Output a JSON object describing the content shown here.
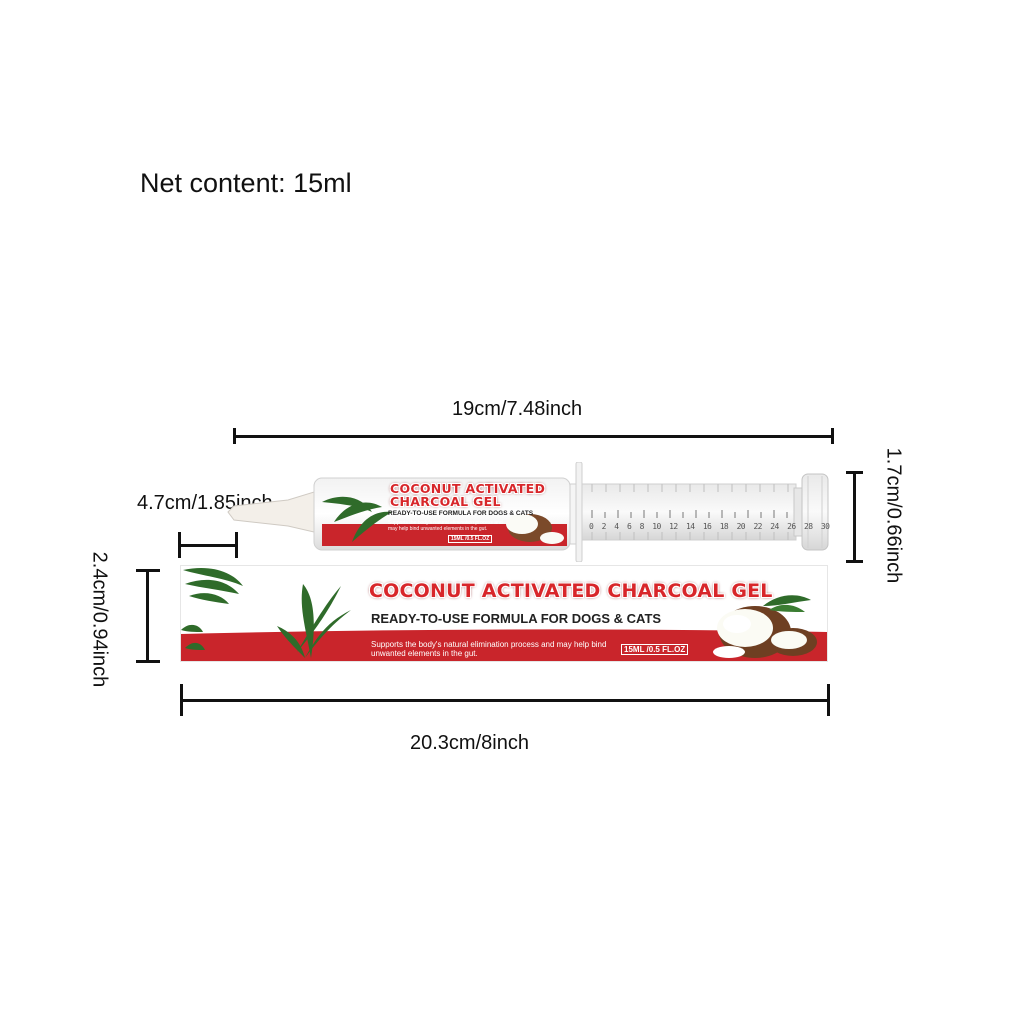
{
  "net_content": "Net content: 15ml",
  "dimensions": {
    "syringe_length": "19cm/7.48inch",
    "tip_length": "4.7cm/1.85inch",
    "syringe_height": "1.7cm/0.66inch",
    "box_height": "2.4cm/0.94inch",
    "box_length": "20.3cm/8inch"
  },
  "product": {
    "brand": "COCONUT ACTIVATED CHARCOAL GEL",
    "brand_line1": "COCONUT ACTIVATED",
    "brand_line2": "CHARCOAL GEL",
    "tagline": "READY-TO-USE FORMULA FOR DOGS & CATS",
    "description": "Supports the body's natural elimination process and may help bind unwanted elements in the gut.",
    "syringe_description": "Supports the body's natural elimination process and may help bind unwanted elements in the gut.",
    "volume": "15ML /0.5 FL.OZ",
    "scale_numbers": "0  2  4  6  8  10  12  14  16  18  20  22  24  26  28  30"
  },
  "colors": {
    "label_red": "#c9252b",
    "brand_red": "#d8262a",
    "leaf_green": "#2f6b2a"
  }
}
